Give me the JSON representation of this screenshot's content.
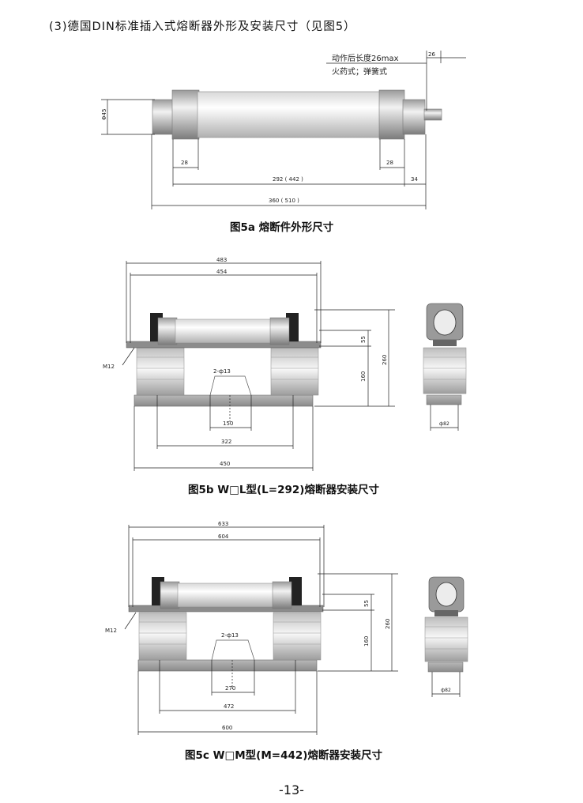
{
  "heading": "(3)德国DIN标准插入式熔断器外形及安装尺寸（见图5）",
  "fig5a": {
    "caption": "图5a  熔断件外形尺寸",
    "note1": "动作后长度26max",
    "note2": "火药式；弹簧式",
    "dims": {
      "pin": "26",
      "dia": "Φ45",
      "cap_left": "28",
      "cap_right": "28",
      "body": "292 ( 442 )",
      "striker": "34",
      "total": "360 ( 510 )"
    }
  },
  "fig5b": {
    "caption": "图5b  W□L型(L=292)熔断器安装尺寸",
    "dims": {
      "overall": "483",
      "terminals": "454",
      "bolt": "M12",
      "holes": "2-ф13",
      "hole_spacing": "150",
      "insulator_spacing": "322",
      "base": "450",
      "terminal_height": "55",
      "insulator_height": "160",
      "total_height": "260",
      "side_base": "ф82"
    }
  },
  "fig5c": {
    "caption": "图5c  W□M型(M=442)熔断器安装尺寸",
    "dims": {
      "overall": "633",
      "terminals": "604",
      "bolt": "M12",
      "holes": "2-ф13",
      "hole_spacing": "270",
      "insulator_spacing": "472",
      "base": "600",
      "terminal_height": "55",
      "insulator_height": "160",
      "total_height": "260",
      "side_base": "ф82"
    }
  },
  "page_number": "-13-"
}
